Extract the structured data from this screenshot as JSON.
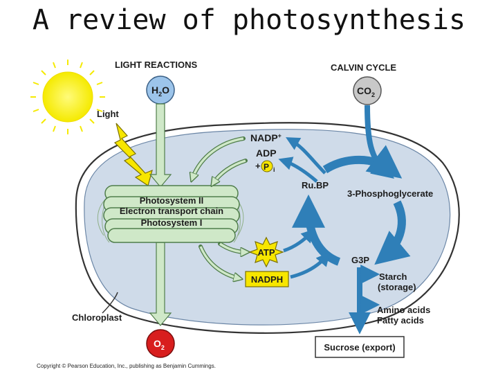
{
  "title": "A review of photosynthesis",
  "sections": {
    "light_reactions": "LIGHT REACTIONS",
    "calvin_cycle": "CALVIN CYCLE"
  },
  "molecules": {
    "h2o": "H",
    "h2o_sub": "2",
    "h2o_tail": "O",
    "co2": "CO",
    "co2_sub": "2",
    "o2": "O",
    "o2_sub": "2",
    "nadp": "NADP",
    "nadp_sup": "+",
    "adp": "ADP",
    "pi_plus": "+",
    "pi_p": "P",
    "pi_sub": "i",
    "atp": "ATP",
    "nadph": "NADPH",
    "rubp": "Ru.BP",
    "pga": "3-Phosphoglycerate",
    "g3p": "G3P"
  },
  "thylakoid": {
    "line1": "Photosystem II",
    "line2": "Electron transport chain",
    "line3": "Photosystem I"
  },
  "labels": {
    "light": "Light",
    "chloroplast": "Chloroplast",
    "starch": "Starch",
    "storage": "(storage)",
    "amino": "Amino acids",
    "fatty": "Fatty acids",
    "sucrose": "Sucrose (export)"
  },
  "copyright": "Copyright © Pearson Education, Inc., publishing as Benjamin Cummings.",
  "colors": {
    "chloroplast_fill": "#cfdbe9",
    "green_fill": "#cfe8c8",
    "green_stroke": "#4f7d4a",
    "blue_arrow": "#2f7fb8",
    "yellow": "#f7e600",
    "water_fill": "#9cc4ea",
    "co2_fill": "#c8c8c8",
    "o2_fill": "#d81e1e"
  }
}
